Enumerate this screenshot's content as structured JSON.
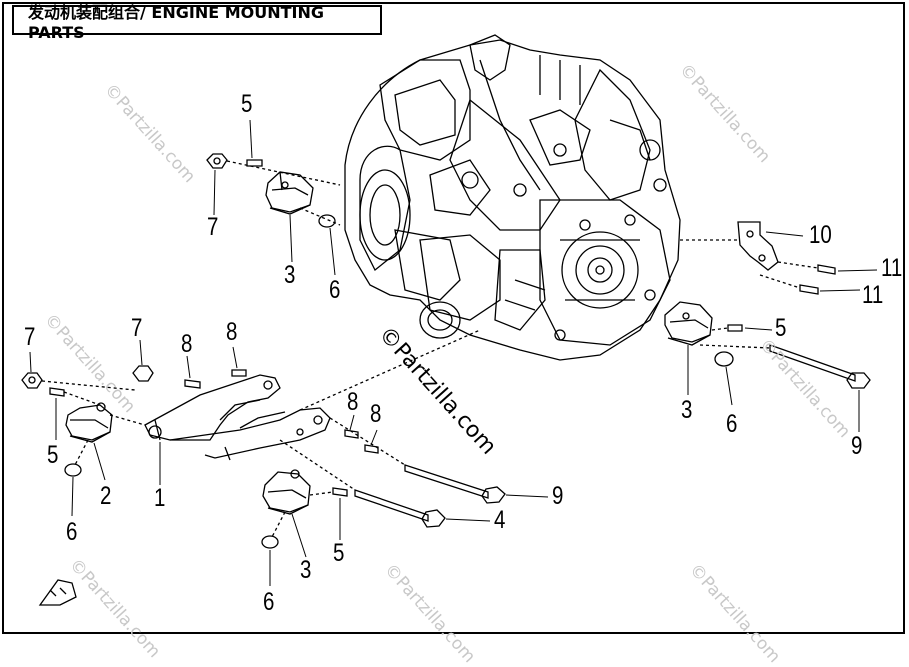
{
  "title": "发动机装配组合/ ENGINE MOUNTING PARTS",
  "watermark": "©Partzilla.com",
  "callouts": {
    "c5a": "5",
    "c7a": "7",
    "c3a": "3",
    "c6a": "6",
    "c10": "10",
    "c11a": "11",
    "c11b": "11",
    "c5b": "5",
    "c3b": "3",
    "c6b": "6",
    "c9a": "9",
    "c7b": "7",
    "c7c": "7",
    "c8a": "8",
    "c8b": "8",
    "c8c": "8",
    "c8d": "8",
    "c5c": "5",
    "c2": "2",
    "c1": "1",
    "c6c": "6",
    "c9b": "9",
    "c4": "4",
    "c5d": "5",
    "c3c": "3",
    "c6d": "6"
  },
  "colors": {
    "line": "#000000",
    "watermark": "#c8c8c8"
  }
}
